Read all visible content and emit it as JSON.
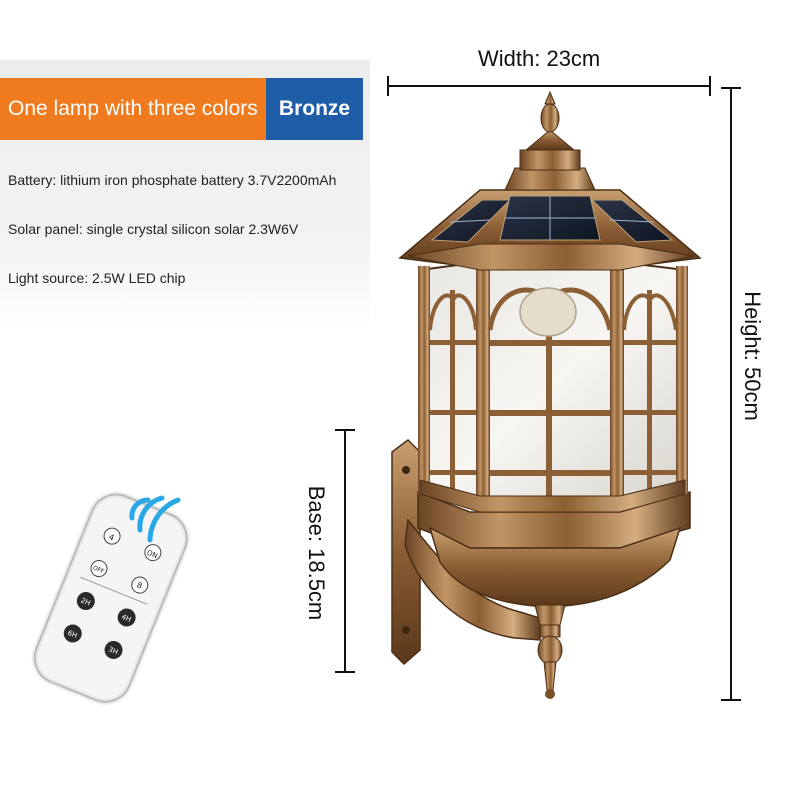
{
  "banner": {
    "color_label": "One lamp with three colors",
    "finish_label": "Bronze",
    "color_bg": "#F07A1E",
    "finish_bg": "#1F5DA8"
  },
  "specs": {
    "battery": "Battery: lithium iron phosphate battery 3.7V2200mAh",
    "solar_panel": "Solar panel: single crystal silicon solar 2.3W6V",
    "light_source": "Light source: 2.5W LED chip"
  },
  "dimensions": {
    "width": "Width: 23cm",
    "height": "Height: 50cm",
    "base": "Base: 18.5cm"
  },
  "remote": {
    "buttons": [
      "4",
      "ON",
      "OFF",
      "8",
      "2H",
      "4H",
      "6H",
      "3H"
    ]
  },
  "colors": {
    "bronze_dark": "#5a3a1c",
    "bronze_mid": "#a8794a",
    "bronze_light": "#d9b48a",
    "remote_wave": "#2aa8e6"
  },
  "icons": {
    "remote": "remote-control-icon",
    "signal": "wireless-signal-icon"
  }
}
